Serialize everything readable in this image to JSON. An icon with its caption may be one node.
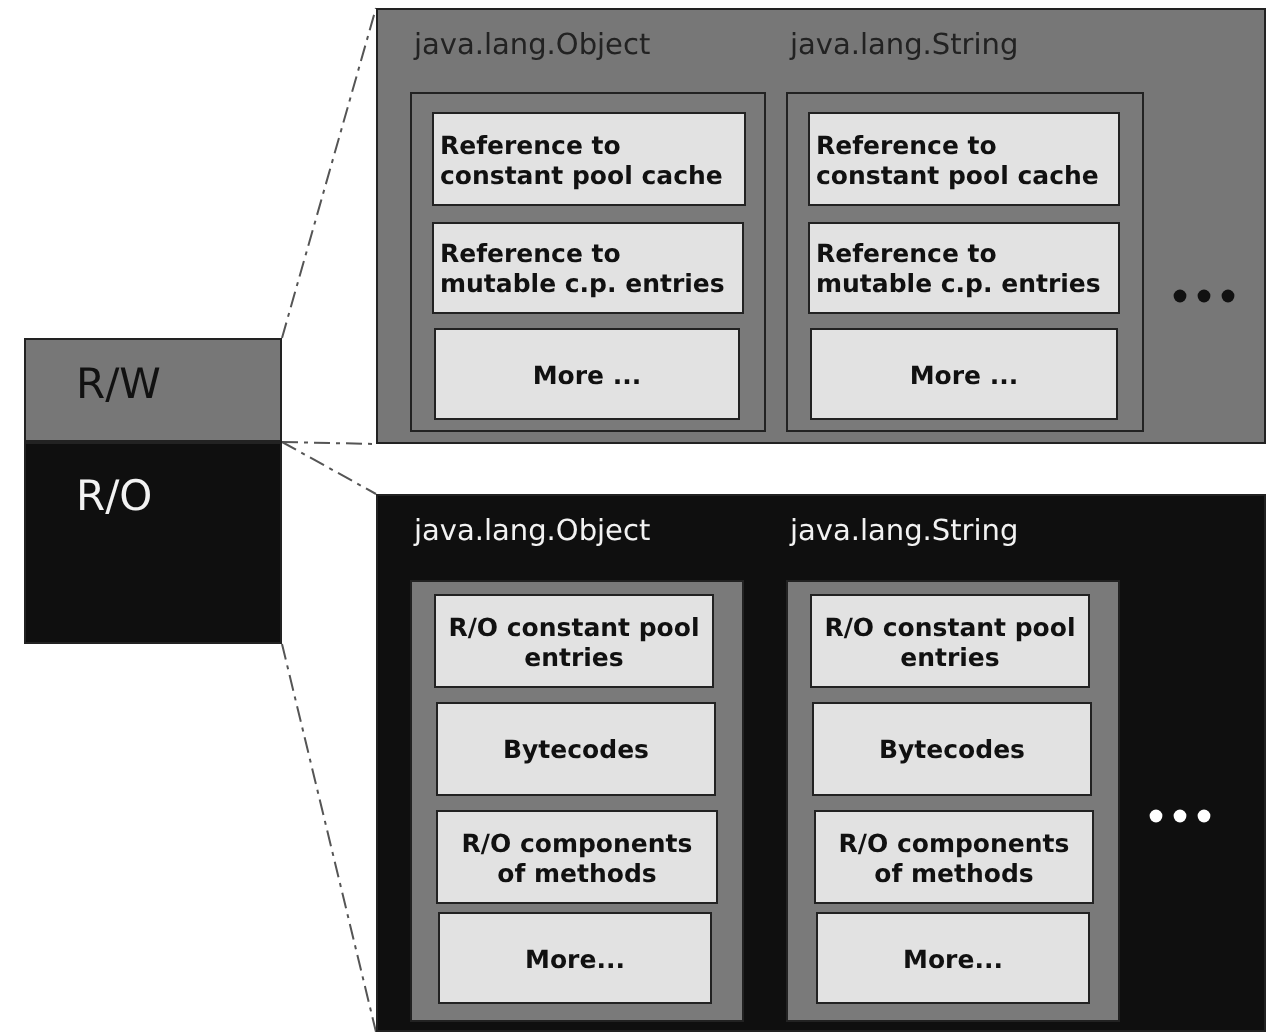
{
  "diagram": {
    "nodes": [
      {
        "text": [
          "R/W"
        ]
      },
      {
        "text": [
          "R/O"
        ]
      },
      {
        "text": [],
        "shape": "box"
      },
      {
        "text": [
          "java.lang.Object"
        ],
        "in": 2
      },
      {
        "text": [
          "Reference to constant pool cache"
        ],
        "in": 3
      },
      {
        "text": [
          "Reference to mutable c.p. entries"
        ],
        "in": 3
      },
      {
        "text": [
          "More ..."
        ],
        "in": 3
      },
      {
        "text": [
          "java.lang.String"
        ],
        "in": 2
      },
      {
        "text": [
          "Reference to constant pool cache"
        ],
        "in": 7
      },
      {
        "text": [
          "Reference to mutable c.p. entries"
        ],
        "in": 7
      },
      {
        "text": [
          "More ..."
        ],
        "in": 7
      },
      {
        "text": [],
        "shape": "box"
      },
      {
        "text": [
          "java.lang.Object"
        ],
        "in": 11
      },
      {
        "text": [
          "R/O constant pool entries"
        ],
        "in": 12
      },
      {
        "text": [
          "Bytecodes"
        ],
        "in": 12
      },
      {
        "text": [
          "R/O components of methods"
        ],
        "in": 12
      },
      {
        "text": [
          "More..."
        ],
        "in": 12
      },
      {
        "text": [
          "java.lang.String"
        ],
        "in": 11
      },
      {
        "text": [
          "R/O constant pool entries"
        ],
        "in": 17
      },
      {
        "text": [
          "Bytecodes"
        ],
        "in": 17
      },
      {
        "text": [
          "R/O components of methods"
        ],
        "in": 17
      },
      {
        "text": [
          "More..."
        ],
        "in": 17
      }
    ],
    "edges": [
      {
        "from": 0,
        "to": 2,
        "arrow": "none",
        "style": "dashed"
      },
      {
        "from": 0,
        "to": 2,
        "arrow": "none",
        "style": "dashed"
      },
      {
        "from": 1,
        "to": 11,
        "arrow": "none",
        "style": "dashed"
      },
      {
        "from": 1,
        "to": 11,
        "arrow": "none",
        "style": "dashed"
      }
    ]
  }
}
